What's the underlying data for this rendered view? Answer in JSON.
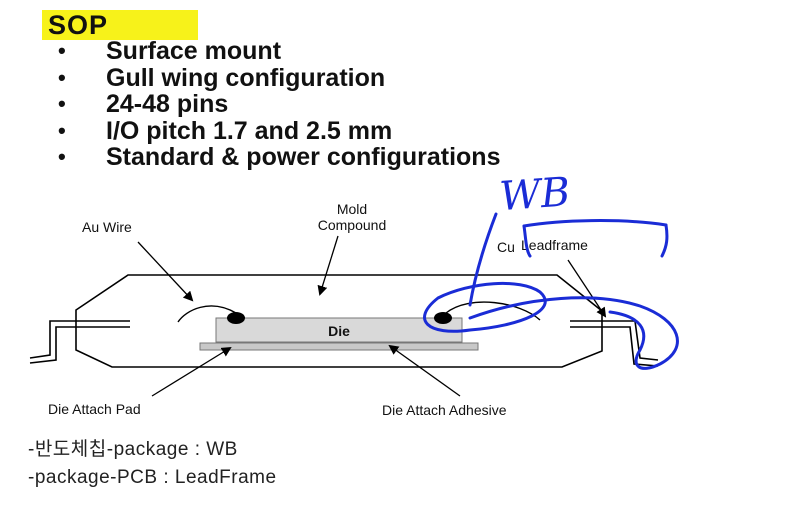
{
  "slide": {
    "title": "SOP",
    "bullets": [
      "Surface mount",
      "Gull wing configuration",
      "24-48 pins",
      "I/O pitch 1.7 and 2.5 mm",
      "Standard & power configurations"
    ]
  },
  "diagram": {
    "labels": {
      "au_wire": "Au Wire",
      "mold_line1": "Mold",
      "mold_line2": "Compound",
      "cu_prefix": "Cu",
      "leadframe": "Leadframe",
      "die": "Die",
      "die_attach_pad": "Die Attach Pad",
      "die_attach_adhesive": "Die Attach Adhesive"
    },
    "handwriting": {
      "annotation": "WB"
    }
  },
  "notes": [
    "-반도체칩-package : WB",
    "-package-PCB : LeadFrame"
  ],
  "colors": {
    "highlight": "#f7f21a",
    "ink": "#1a2cd6",
    "die_fill": "#d9d9d9",
    "pad_fill": "#c8c8c8"
  }
}
